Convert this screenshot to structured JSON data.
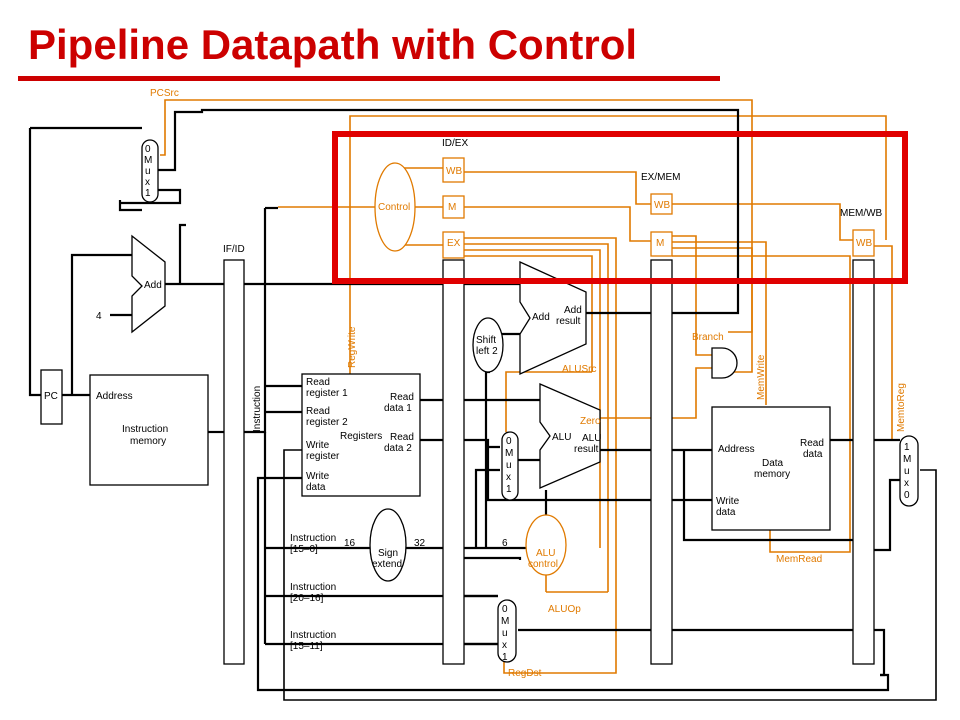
{
  "title": "Pipeline Datapath with Control",
  "colors": {
    "title": "#cc0000",
    "control": "#e07a00",
    "highlight": "#e00000",
    "wire": "#000000"
  },
  "registers": {
    "if_id": "IF/ID",
    "id_ex": "ID/EX",
    "ex_mem": "EX/MEM",
    "mem_wb": "MEM/WB"
  },
  "stage_fields": {
    "wb": "WB",
    "m": "M",
    "ex": "EX"
  },
  "units": {
    "pc": "PC",
    "imem_address": "Address",
    "imem_name_1": "Instruction",
    "imem_name_2": "memory",
    "instruction_bus": "Instruction",
    "add": "Add",
    "const_4": "4",
    "control": "Control",
    "regs_read_reg1_a": "Read",
    "regs_read_reg1_b": "register 1",
    "regs_read_reg2_a": "Read",
    "regs_read_reg2_b": "register 2",
    "regs_write_reg_a": "Write",
    "regs_write_reg_b": "register",
    "regs_write_data_a": "Write",
    "regs_write_data_b": "data",
    "regs_read_data1_a": "Read",
    "regs_read_data1_b": "data 1",
    "regs_read_data2_a": "Read",
    "regs_read_data2_b": "data 2",
    "registers": "Registers",
    "shift_a": "Shift",
    "shift_b": "left 2",
    "add_b": "Add",
    "add_result_a": "Add",
    "add_result_b": "result",
    "alu": "ALU",
    "zero": "Zero",
    "alu_result_a": "ALU",
    "alu_result_b": "result",
    "sign_a": "Sign",
    "sign_b": "extend",
    "bits_16": "16",
    "bits_32": "32",
    "bits_6": "6",
    "alu_control_a": "ALU",
    "alu_control_b": "control",
    "dmem_address": "Address",
    "dmem_read_a": "Read",
    "dmem_read_b": "data",
    "dmem_name_a": "Data",
    "dmem_name_b": "memory",
    "dmem_write_a": "Write",
    "dmem_write_b": "data",
    "instr_15_0_a": "Instruction",
    "instr_15_0_b": "[15–0]",
    "instr_20_16_a": "Instruction",
    "instr_20_16_b": "[20–16]",
    "instr_15_11_a": "Instruction",
    "instr_15_11_b": "[15–11]"
  },
  "mux_letters": [
    "M",
    "u",
    "x"
  ],
  "mux_inputs": {
    "zero": "0",
    "one": "1"
  },
  "signals": {
    "pcsrc": "PCSrc",
    "regwrite": "RegWrite",
    "alusrc": "ALUSrc",
    "branch": "Branch",
    "memwrite": "MemWrite",
    "memtoreg": "MemtoReg",
    "memread": "MemRead",
    "aluop": "ALUOp",
    "regdst": "RegDst"
  }
}
